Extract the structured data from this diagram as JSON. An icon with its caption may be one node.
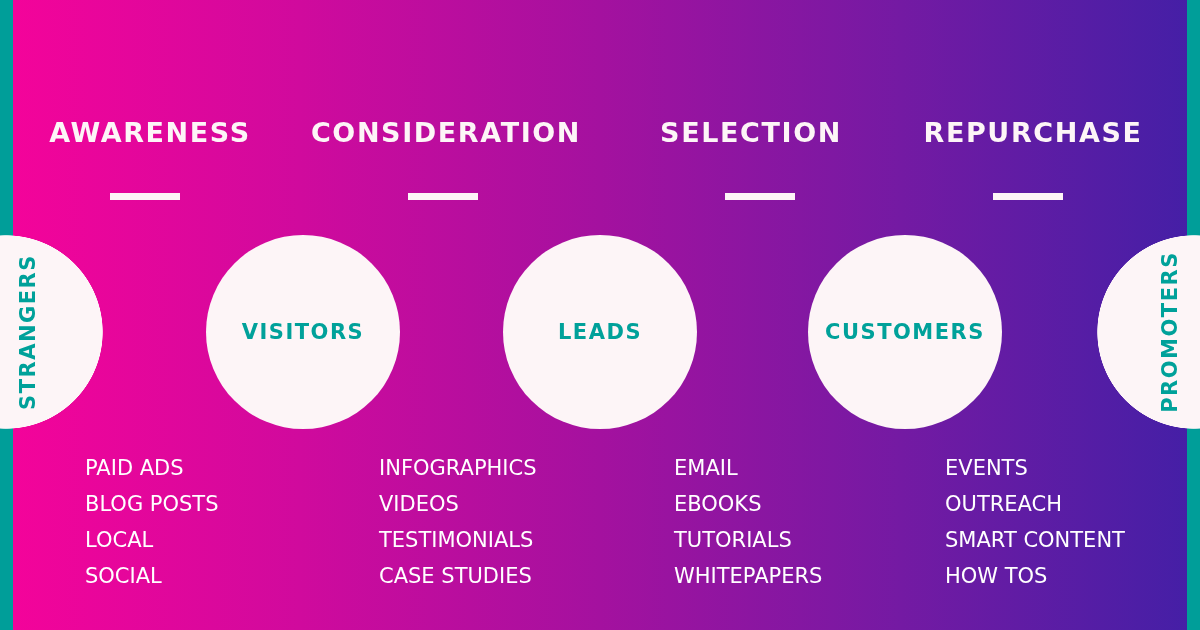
{
  "diagram": {
    "nodes": [
      {
        "text": [
          "STRANGERS"
        ]
      },
      {
        "text": [
          "VISITORS"
        ]
      },
      {
        "text": [
          "LEADS"
        ]
      },
      {
        "text": [
          "CUSTOMERS"
        ]
      },
      {
        "text": [
          "PROMOTERS"
        ]
      }
    ],
    "labels": [
      "AWARENESS",
      "CONSIDERATION",
      "SELECTION",
      "REPURCHASE",
      "PAID ADS",
      "BLOG POSTS",
      "LOCAL",
      "SOCIAL",
      "INFOGRAPHICS",
      "VIDEOS",
      "TESTIMONIALS",
      "CASE STUDIES",
      "EMAIL",
      "EBOOKS",
      "TUTORIALS",
      "WHITEPAPERS",
      "EVENTS",
      "OUTREACH",
      "SMART CONTENT",
      "HOW TOS"
    ]
  }
}
